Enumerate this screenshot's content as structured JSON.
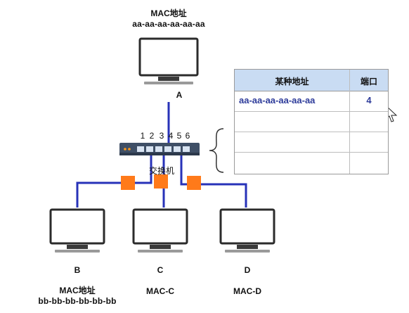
{
  "host_a": {
    "label": "A",
    "mac_title": "MAC地址",
    "mac_value": "aa-aa-aa-aa-aa-aa"
  },
  "host_b": {
    "label": "B",
    "mac_title": "MAC地址",
    "mac_value": "bb-bb-bb-bb-bb-bb"
  },
  "host_c": {
    "label": "C",
    "mac_value": "MAC-C"
  },
  "host_d": {
    "label": "D",
    "mac_value": "MAC-D"
  },
  "switch": {
    "label": "交换机",
    "ports": [
      "1",
      "2",
      "3",
      "4",
      "5",
      "6"
    ]
  },
  "table": {
    "headers": [
      "某种地址",
      "端口"
    ],
    "rows": [
      {
        "address": "aa-aa-aa-aa-aa-aa",
        "port": "4"
      },
      {
        "address": "",
        "port": ""
      },
      {
        "address": "",
        "port": ""
      },
      {
        "address": "",
        "port": ""
      }
    ]
  },
  "colors": {
    "link": "#2732b8",
    "frame": "#ff7a1a",
    "switch_body": "#3f4f66",
    "header_fill": "#c9dcf3",
    "underline": "#e0202a"
  }
}
